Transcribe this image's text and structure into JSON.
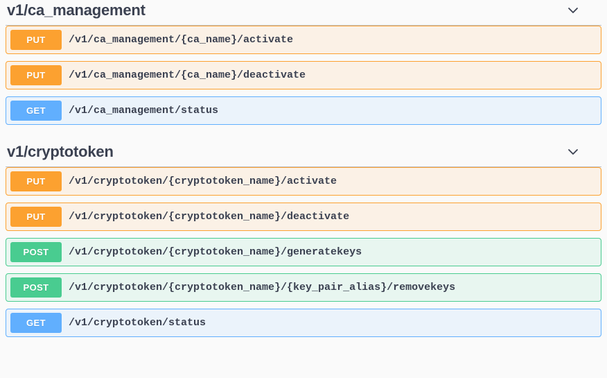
{
  "colors": {
    "get": "#61affe",
    "put": "#fca130",
    "post": "#49cc90",
    "get_bg": "#ebf3fb",
    "put_bg": "#fbf1e6",
    "post_bg": "#e8f6f0",
    "title": "#3b4151",
    "page_bg": "#fafafa",
    "divider": "#bcc0c7"
  },
  "sections": [
    {
      "title": "v1/ca_management",
      "toggle_icon": "chevron-down-icon",
      "expanded": true,
      "operations": [
        {
          "method": "PUT",
          "path": "/v1/ca_management/{ca_name}/activate"
        },
        {
          "method": "PUT",
          "path": "/v1/ca_management/{ca_name}/deactivate"
        },
        {
          "method": "GET",
          "path": "/v1/ca_management/status"
        }
      ]
    },
    {
      "title": "v1/cryptotoken",
      "toggle_icon": "chevron-down-icon",
      "expanded": true,
      "operations": [
        {
          "method": "PUT",
          "path": "/v1/cryptotoken/{cryptotoken_name}/activate"
        },
        {
          "method": "PUT",
          "path": "/v1/cryptotoken/{cryptotoken_name}/deactivate"
        },
        {
          "method": "POST",
          "path": "/v1/cryptotoken/{cryptotoken_name}/generatekeys"
        },
        {
          "method": "POST",
          "path": "/v1/cryptotoken/{cryptotoken_name}/{key_pair_alias}/removekeys"
        },
        {
          "method": "GET",
          "path": "/v1/cryptotoken/status"
        }
      ]
    }
  ]
}
